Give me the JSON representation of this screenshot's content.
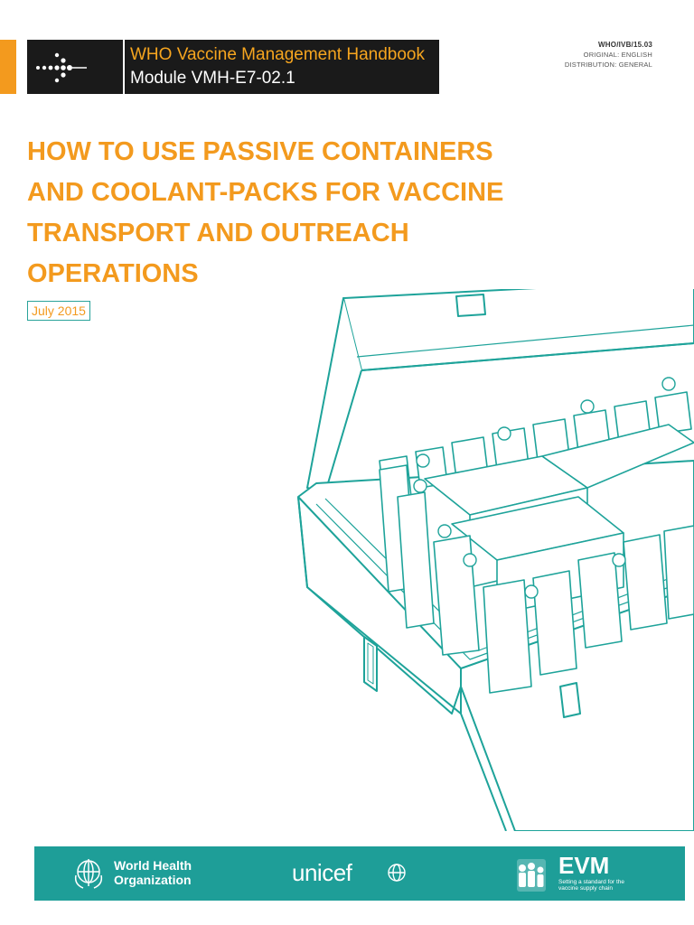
{
  "header": {
    "series_title": "WHO Vaccine Management Handbook",
    "module": "Module VMH-E7-02.1"
  },
  "doc_ref": {
    "code": "WHO/IVB/15.03",
    "original": "ORIGINAL: ENGLISH",
    "distribution": "DISTRIBUTION: GENERAL"
  },
  "title_lines": [
    "HOW TO USE PASSIVE CONTAINERS",
    "AND COOLANT-PACKS FOR VACCINE",
    "TRANSPORT AND OUTREACH",
    "OPERATIONS"
  ],
  "date": "July 2015",
  "footer": {
    "who_line1": "World Health",
    "who_line2": "Organization",
    "unicef": "unicef",
    "evm_title": "EVM",
    "evm_sub_line1": "Setting a standard for the",
    "evm_sub_line2": "vaccine supply chain"
  },
  "colors": {
    "accent_orange": "#f39a1e",
    "teal": "#1e9e98",
    "header_bg": "#1a1a1a"
  },
  "icons": [
    "arrow-logo-icon",
    "who-emblem-icon",
    "unicef-globe-icon",
    "evm-family-icon",
    "cold-box-illustration"
  ]
}
